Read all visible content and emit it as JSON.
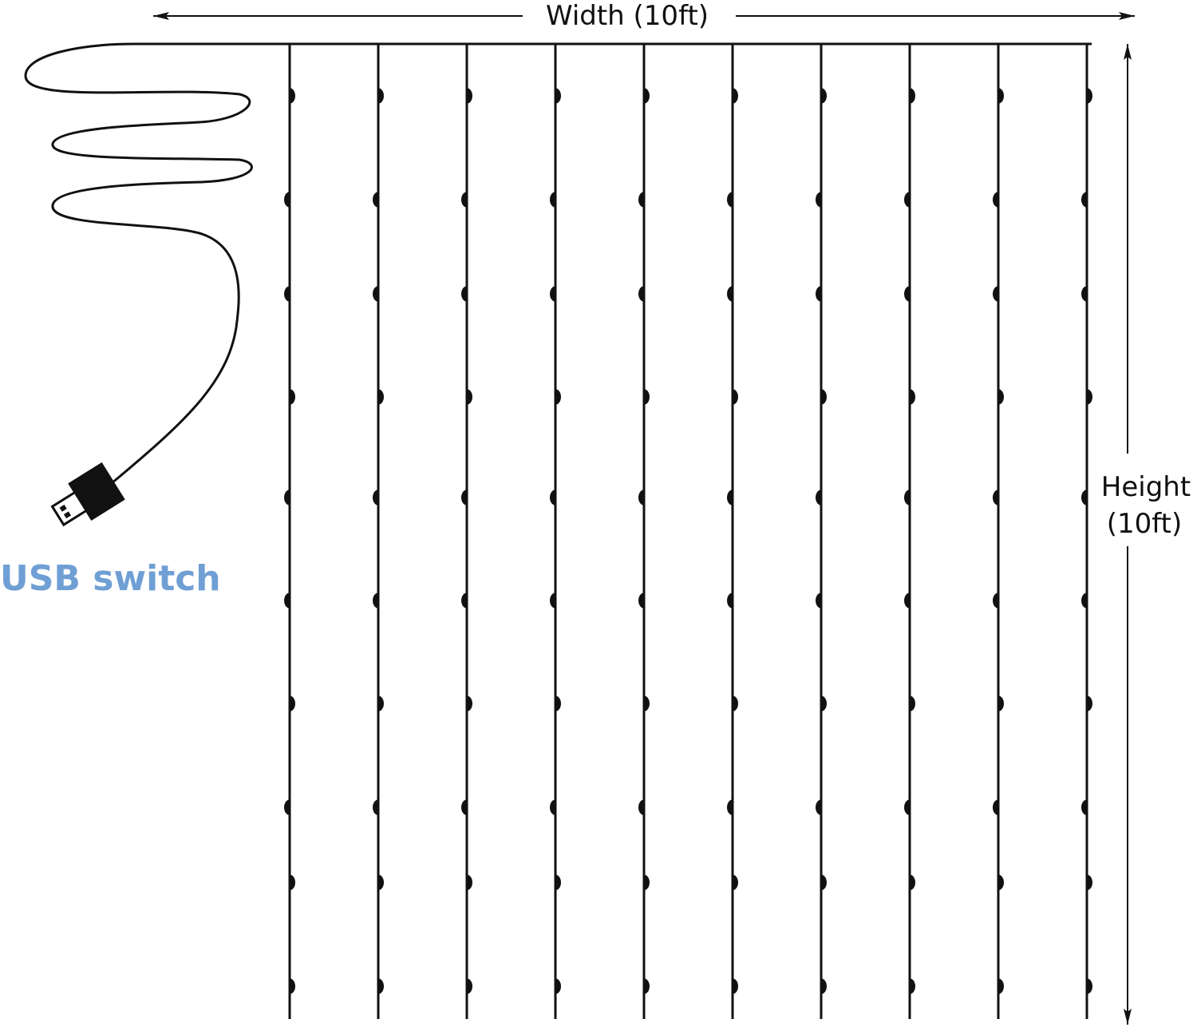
{
  "labels": {
    "width": "Width (10ft)",
    "height_line1": "Height",
    "height_line2": "(10ft)",
    "usb": "USB switch"
  },
  "curtain": {
    "strand_count": 10,
    "bulbs_per_strand": 10
  },
  "colors": {
    "line": "#111111",
    "usb_label": "#6f9fd4",
    "background": "#ffffff"
  },
  "icons": {
    "usb_plug": "usb-plug-icon",
    "arrow": "arrow-head-icon"
  }
}
